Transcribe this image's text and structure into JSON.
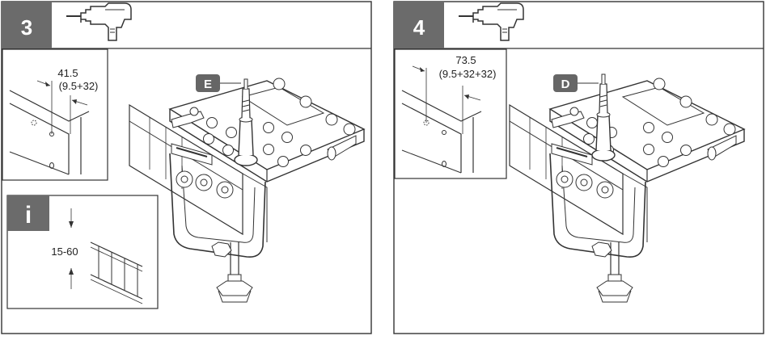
{
  "steps": [
    {
      "number": "3",
      "dimension": "41.5",
      "formula": "(9.5+32)",
      "part_label": "E"
    },
    {
      "number": "4",
      "dimension": "73.5",
      "formula": "(9.5+32+32)",
      "part_label": "D"
    }
  ],
  "info": {
    "glyph": "i",
    "range": "15-60"
  },
  "icons": {
    "tool": "power-drill-icon",
    "info": "info-icon"
  },
  "colors": {
    "badge": "#6b6b6b",
    "line": "#333333",
    "panel_fill": "#ffffff"
  }
}
